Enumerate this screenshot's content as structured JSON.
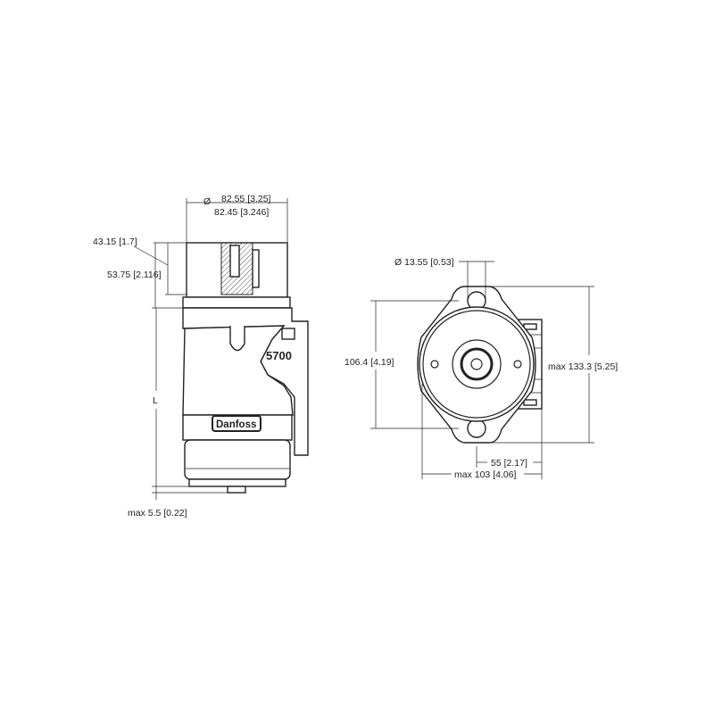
{
  "side_view": {
    "diameter_symbol": "Ø",
    "diameter_max": "82.55 [3.25]",
    "diameter_min": "82.45 [3.246]",
    "dim_a": "43.15 [1.7]",
    "dim_b": "53.75 [2.116]",
    "length_label": "L",
    "bottom_dim": "max 5.5 [0.22]",
    "model_number": "5700",
    "brand": "Danfoss"
  },
  "front_view": {
    "hole_diameter": "Ø 13.55 [0.53]",
    "hole_spacing": "106.4 [4.19]",
    "height_max": "max 133.3 [5.25]",
    "offset": "55 [2.17]",
    "width_max": "max 103 [4.06]"
  }
}
